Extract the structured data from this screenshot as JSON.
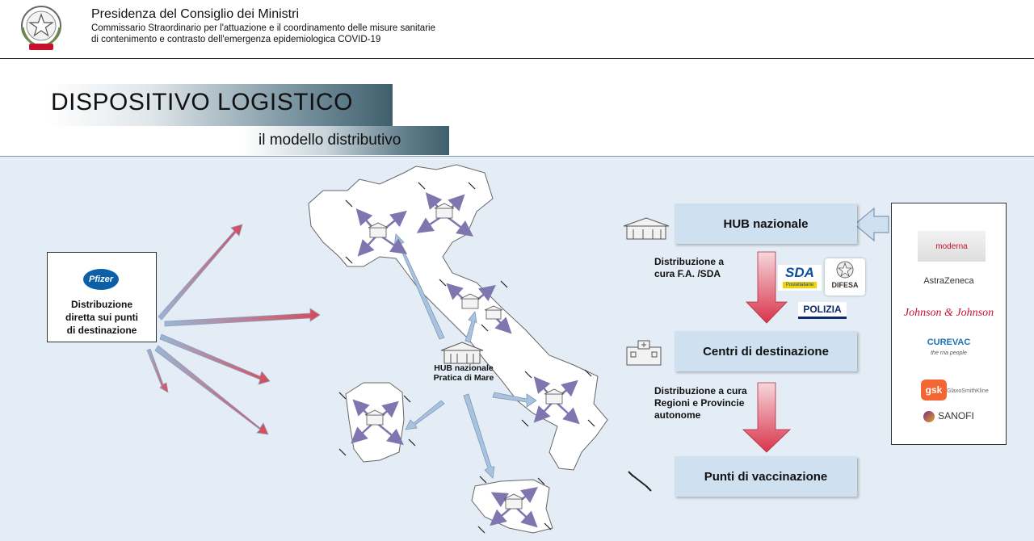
{
  "header": {
    "title": "Presidenza del Consiglio dei Ministri",
    "subtitle_line1": "Commissario Straordinario  per l'attuazione e il coordinamento delle misure sanitarie",
    "subtitle_line2": "di contenimento e contrasto dell'emergenza epidemiologica COVID-19"
  },
  "slide": {
    "title": "DISPOSITIVO LOGISTICO",
    "subtitle": "il modello distributivo"
  },
  "pfizer": {
    "logo": "Pfizer",
    "text_line1": "Distribuzione",
    "text_line2": "diretta sui punti",
    "text_line3": "di destinazione"
  },
  "hub": {
    "label_line1": "HUB nazionale",
    "label_line2": "Pratica di Mare"
  },
  "flow": {
    "hub_nazionale": "HUB nazionale",
    "centri": "Centri di destinazione",
    "punti": "Punti di vaccinazione",
    "dist1_line1": "Distribuzione a",
    "dist1_line2": "cura F.A. /SDA",
    "dist2_line1": "Distribuzione a cura",
    "dist2_line2": "Regioni e Provincie",
    "dist2_line3": "autonome"
  },
  "logistics_logos": {
    "sda": "SDA",
    "sda_sub": "Posteitaliane",
    "difesa": "DIFESA",
    "polizia": "POLIZIA"
  },
  "pharma": {
    "moderna": "moderna",
    "astrazeneca": "AstraZeneca",
    "jj": "Johnson & Johnson",
    "curevac": "CUREVAC",
    "curevac_tagline": "the rna people",
    "gsk": "gsk",
    "gsk_name": "GlaxoSmithKline",
    "sanofi": "SANOFI"
  },
  "icons": [
    "italy-emblem-icon",
    "warehouse-icon",
    "hospital-icon",
    "syringe-icon",
    "italy-map-icon"
  ],
  "colors": {
    "panel_bg": "#e4edf6",
    "box_bg": "#cfe0f0",
    "title_dark": "#3f5f6d",
    "arrow_red": "#d94a5a",
    "arrow_blue": "#9ab7d6"
  }
}
